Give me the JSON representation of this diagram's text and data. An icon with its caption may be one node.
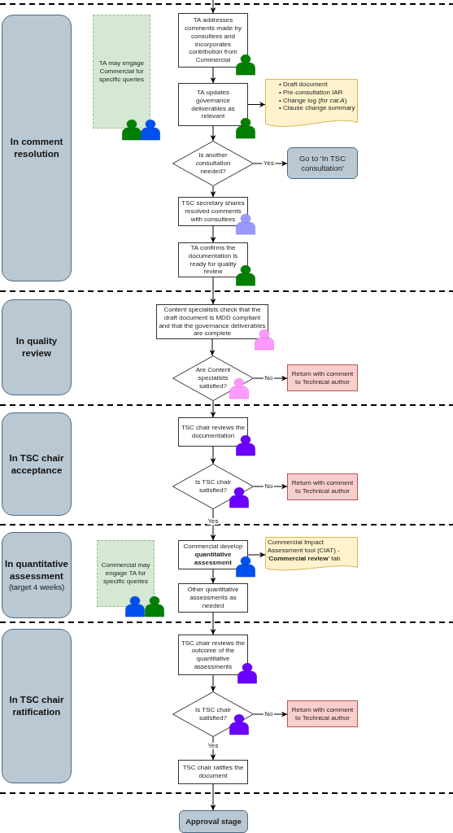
{
  "diagram": {
    "nodes": [
      {
        "text": [
          "In comment resolution"
        ]
      },
      {
        "text": [
          "TA may engage Commercial for specific queries"
        ]
      },
      {
        "text": [
          "TA addresses comments made by consultees and incorporates contribution from Commercial"
        ]
      },
      {
        "text": [
          "TA updates governance deliverables as relevant"
        ]
      },
      {
        "text": [
          "• Draft document",
          "• Pre-consultation IAR",
          "• Change log (*for cat.A*)",
          "• Clause change summary"
        ]
      },
      {
        "text": [
          "Is another consultation needed?"
        ]
      },
      {
        "text": [
          "Go to 'In TSC consultation'"
        ]
      },
      {
        "text": [
          "TSC secretary shares resolved comments with consultees"
        ]
      },
      {
        "text": [
          "TA confirms the documentation is ready for quality review"
        ]
      },
      {
        "text": [
          "In quality review"
        ]
      },
      {
        "text": [
          "Content specialists check that the draft document is MDD compliant and that the governance deliverables are complete"
        ]
      },
      {
        "text": [
          "Are Content specialists satisfied?"
        ]
      },
      {
        "text": [
          "Return with comment to Technical author"
        ]
      },
      {
        "text": [
          "In TSC chair acceptance"
        ]
      },
      {
        "text": [
          "TSC chair reviews the documentation"
        ]
      },
      {
        "text": [
          "Is TSC chair satisfied?"
        ]
      },
      {
        "text": [
          "Return with comment to Technical author"
        ]
      },
      {
        "text": [
          "In quantitative assessment",
          "(target 4 weeks)"
        ]
      },
      {
        "text": [
          "Commercial may engage TA for specific queries"
        ]
      },
      {
        "text": [
          "Commercial develop **quantitative assessment**"
        ]
      },
      {
        "text": [
          "Commercial Impact Assessment tool (CIAT) - '**Commercial review**' tab"
        ]
      },
      {
        "text": [
          "Other quantitative assessments as needed"
        ]
      },
      {
        "text": [
          "In TSC chair ratification"
        ]
      },
      {
        "text": [
          "TSC chair reviews the outcome of the quantitative assessments"
        ]
      },
      {
        "text": [
          "Is TSC chair satisfied?"
        ]
      },
      {
        "text": [
          "Return with comment to Technical author"
        ]
      },
      {
        "text": [
          "TSC chair ratifies the document"
        ]
      },
      {
        "text": [
          "Approval stage"
        ]
      }
    ],
    "edges": [
      {
        "from": null,
        "to": 2,
        "arrow": "to"
      },
      {
        "from": 2,
        "to": 3,
        "arrow": "to"
      },
      {
        "from": 3,
        "to": 4,
        "arrow": "to"
      },
      {
        "from": 3,
        "to": 5,
        "arrow": "to"
      },
      {
        "from": 5,
        "to": 6,
        "arrow": "to",
        "label": "Yes"
      },
      {
        "from": 5,
        "to": 7,
        "arrow": "to"
      },
      {
        "from": 7,
        "to": 8,
        "arrow": "to"
      },
      {
        "from": 8,
        "to": 10,
        "arrow": "to"
      },
      {
        "from": 10,
        "to": 11,
        "arrow": "to"
      },
      {
        "from": 11,
        "to": 12,
        "arrow": "to",
        "label": "No"
      },
      {
        "from": 11,
        "to": 14,
        "arrow": "to"
      },
      {
        "from": 14,
        "to": 15,
        "arrow": "to"
      },
      {
        "from": 15,
        "to": 16,
        "arrow": "to",
        "label": "No"
      },
      {
        "from": 15,
        "to": 19,
        "arrow": "to",
        "label": "Yes"
      },
      {
        "from": 19,
        "to": 20,
        "arrow": "to"
      },
      {
        "from": 19,
        "to": 21,
        "arrow": "to"
      },
      {
        "from": 21,
        "to": 23,
        "arrow": "to"
      },
      {
        "from": 23,
        "to": 24,
        "arrow": "to"
      },
      {
        "from": 24,
        "to": 25,
        "arrow": "to",
        "label": "No"
      },
      {
        "from": 24,
        "to": 26,
        "arrow": "to",
        "label": "Yes"
      },
      {
        "from": 26,
        "to": 27,
        "arrow": "to"
      }
    ]
  }
}
